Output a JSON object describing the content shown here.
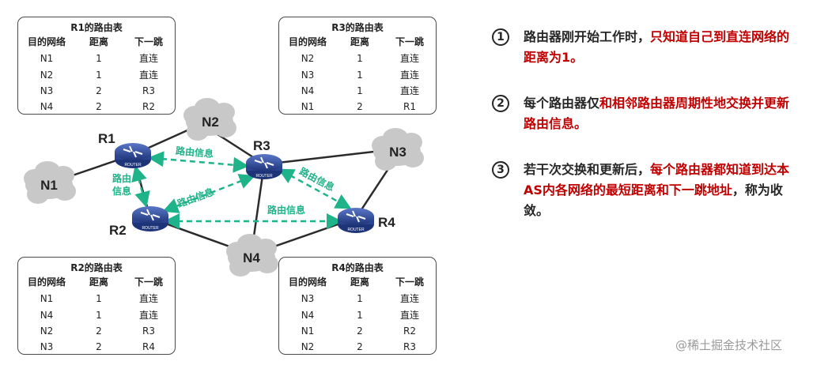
{
  "tables": [
    {
      "title": "R1的路由表",
      "header": [
        "目的网络",
        "距离",
        "下一跳"
      ],
      "rows": [
        [
          "N1",
          "1",
          "直连"
        ],
        [
          "N2",
          "1",
          "直连"
        ],
        [
          "N3",
          "2",
          "R3"
        ],
        [
          "N4",
          "2",
          "R2"
        ]
      ]
    },
    {
      "title": "R3的路由表",
      "header": [
        "目的网络",
        "距离",
        "下一跳"
      ],
      "rows": [
        [
          "N2",
          "1",
          "直连"
        ],
        [
          "N3",
          "1",
          "直连"
        ],
        [
          "N4",
          "1",
          "直连"
        ],
        [
          "N1",
          "2",
          "R1"
        ]
      ]
    },
    {
      "title": "R2的路由表",
      "header": [
        "目的网络",
        "距离",
        "下一跳"
      ],
      "rows": [
        [
          "N1",
          "1",
          "直连"
        ],
        [
          "N4",
          "1",
          "直连"
        ],
        [
          "N2",
          "2",
          "R3"
        ],
        [
          "N3",
          "2",
          "R4"
        ]
      ]
    },
    {
      "title": "R4的路由表",
      "header": [
        "目的网络",
        "距离",
        "下一跳"
      ],
      "rows": [
        [
          "N3",
          "1",
          "直连"
        ],
        [
          "N4",
          "1",
          "直连"
        ],
        [
          "N1",
          "2",
          "R2"
        ],
        [
          "N2",
          "2",
          "R3"
        ]
      ]
    }
  ],
  "routers": {
    "r1": "R1",
    "r2": "R2",
    "r3": "R3",
    "r4": "R4",
    "badge": "ROUTER"
  },
  "networks": {
    "n1": "N1",
    "n2": "N2",
    "n3": "N3",
    "n4": "N4"
  },
  "exchange_labels": {
    "r1_r3": "路由信息",
    "r1_r2": "路由\n信息",
    "r2_r3": "路由信息",
    "r2_r4": "路由信息"
  },
  "notes": [
    {
      "num": "1",
      "plain": "路由器刚开始工作时，",
      "highlight": "只知道自己到直连网络的距离为1。",
      "tail": ""
    },
    {
      "num": "2",
      "plain": "每个路由器仅",
      "highlight": "和相邻路由器周期性地交换并更新路由信息。",
      "tail": ""
    },
    {
      "num": "3",
      "plain": "若干次交换和更新后，",
      "highlight": "每个路由器都知道到达本AS内各网络的最短距离和下一跳地址",
      "tail": "，称为收敛。"
    }
  ],
  "watermark": "@稀土掘金技术社区",
  "colors": {
    "router": "#2f4f9e",
    "cloud": "#c8c8c8",
    "arrow": "#1fb38a",
    "link": "#2b2b2b",
    "highlight": "#c00000"
  }
}
